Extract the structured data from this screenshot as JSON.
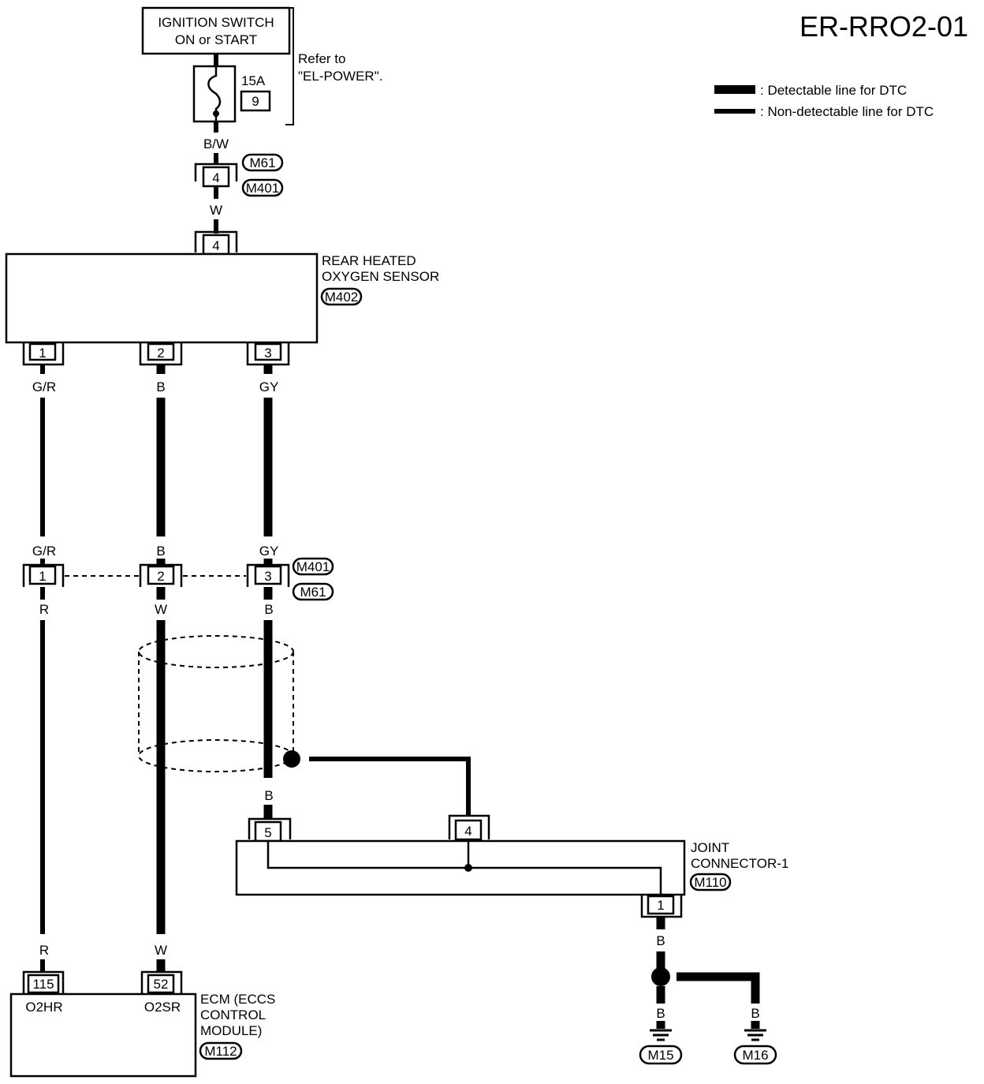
{
  "diagram_id": "ER-RRO2-01",
  "legend": {
    "detectable": ": Detectable line for DTC",
    "non_detectable": ": Non-detectable line for DTC"
  },
  "ignition_switch": {
    "line1": "IGNITION SWITCH",
    "line2": "ON or START"
  },
  "fuse": {
    "amps": "15A",
    "number": "9"
  },
  "refer_note": {
    "line1": "Refer to",
    "line2": "\"EL-POWER\"."
  },
  "wire_colors": {
    "bw": "B/W",
    "w_top": "W",
    "gr_upper": "G/R",
    "b_upper": "B",
    "gy_upper": "GY",
    "gr_mid": "G/R",
    "b_mid": "B",
    "gy_mid": "GY",
    "r_mid": "R",
    "w_mid": "W",
    "b_shield": "B",
    "b_joint5": "B",
    "r_ecm": "R",
    "w_ecm": "W",
    "b_joint_out": "B",
    "b_m15": "B",
    "b_m16": "B"
  },
  "connectors": {
    "m61": "M61",
    "m401": "M401",
    "m401_b": "M401",
    "m61_b": "M61",
    "m402": "M402",
    "m110": "M110",
    "m112": "M112",
    "m15": "M15",
    "m16": "M16"
  },
  "pins": {
    "top_4a": "4",
    "top_4b": "4",
    "sensor_1": "1",
    "sensor_2": "2",
    "sensor_3": "3",
    "mid_1": "1",
    "mid_2": "2",
    "mid_3": "3",
    "joint_5": "5",
    "joint_4": "4",
    "joint_1": "1",
    "ecm_115": "115",
    "ecm_52": "52"
  },
  "sensor": {
    "line1": "REAR HEATED",
    "line2": "OXYGEN SENSOR"
  },
  "joint_connector": {
    "line1": "JOINT",
    "line2": "CONNECTOR-1"
  },
  "ecm": {
    "line1": "ECM (ECCS",
    "line2": "CONTROL",
    "line3": "MODULE)",
    "term_o2hr": "O2HR",
    "term_o2sr": "O2SR"
  }
}
